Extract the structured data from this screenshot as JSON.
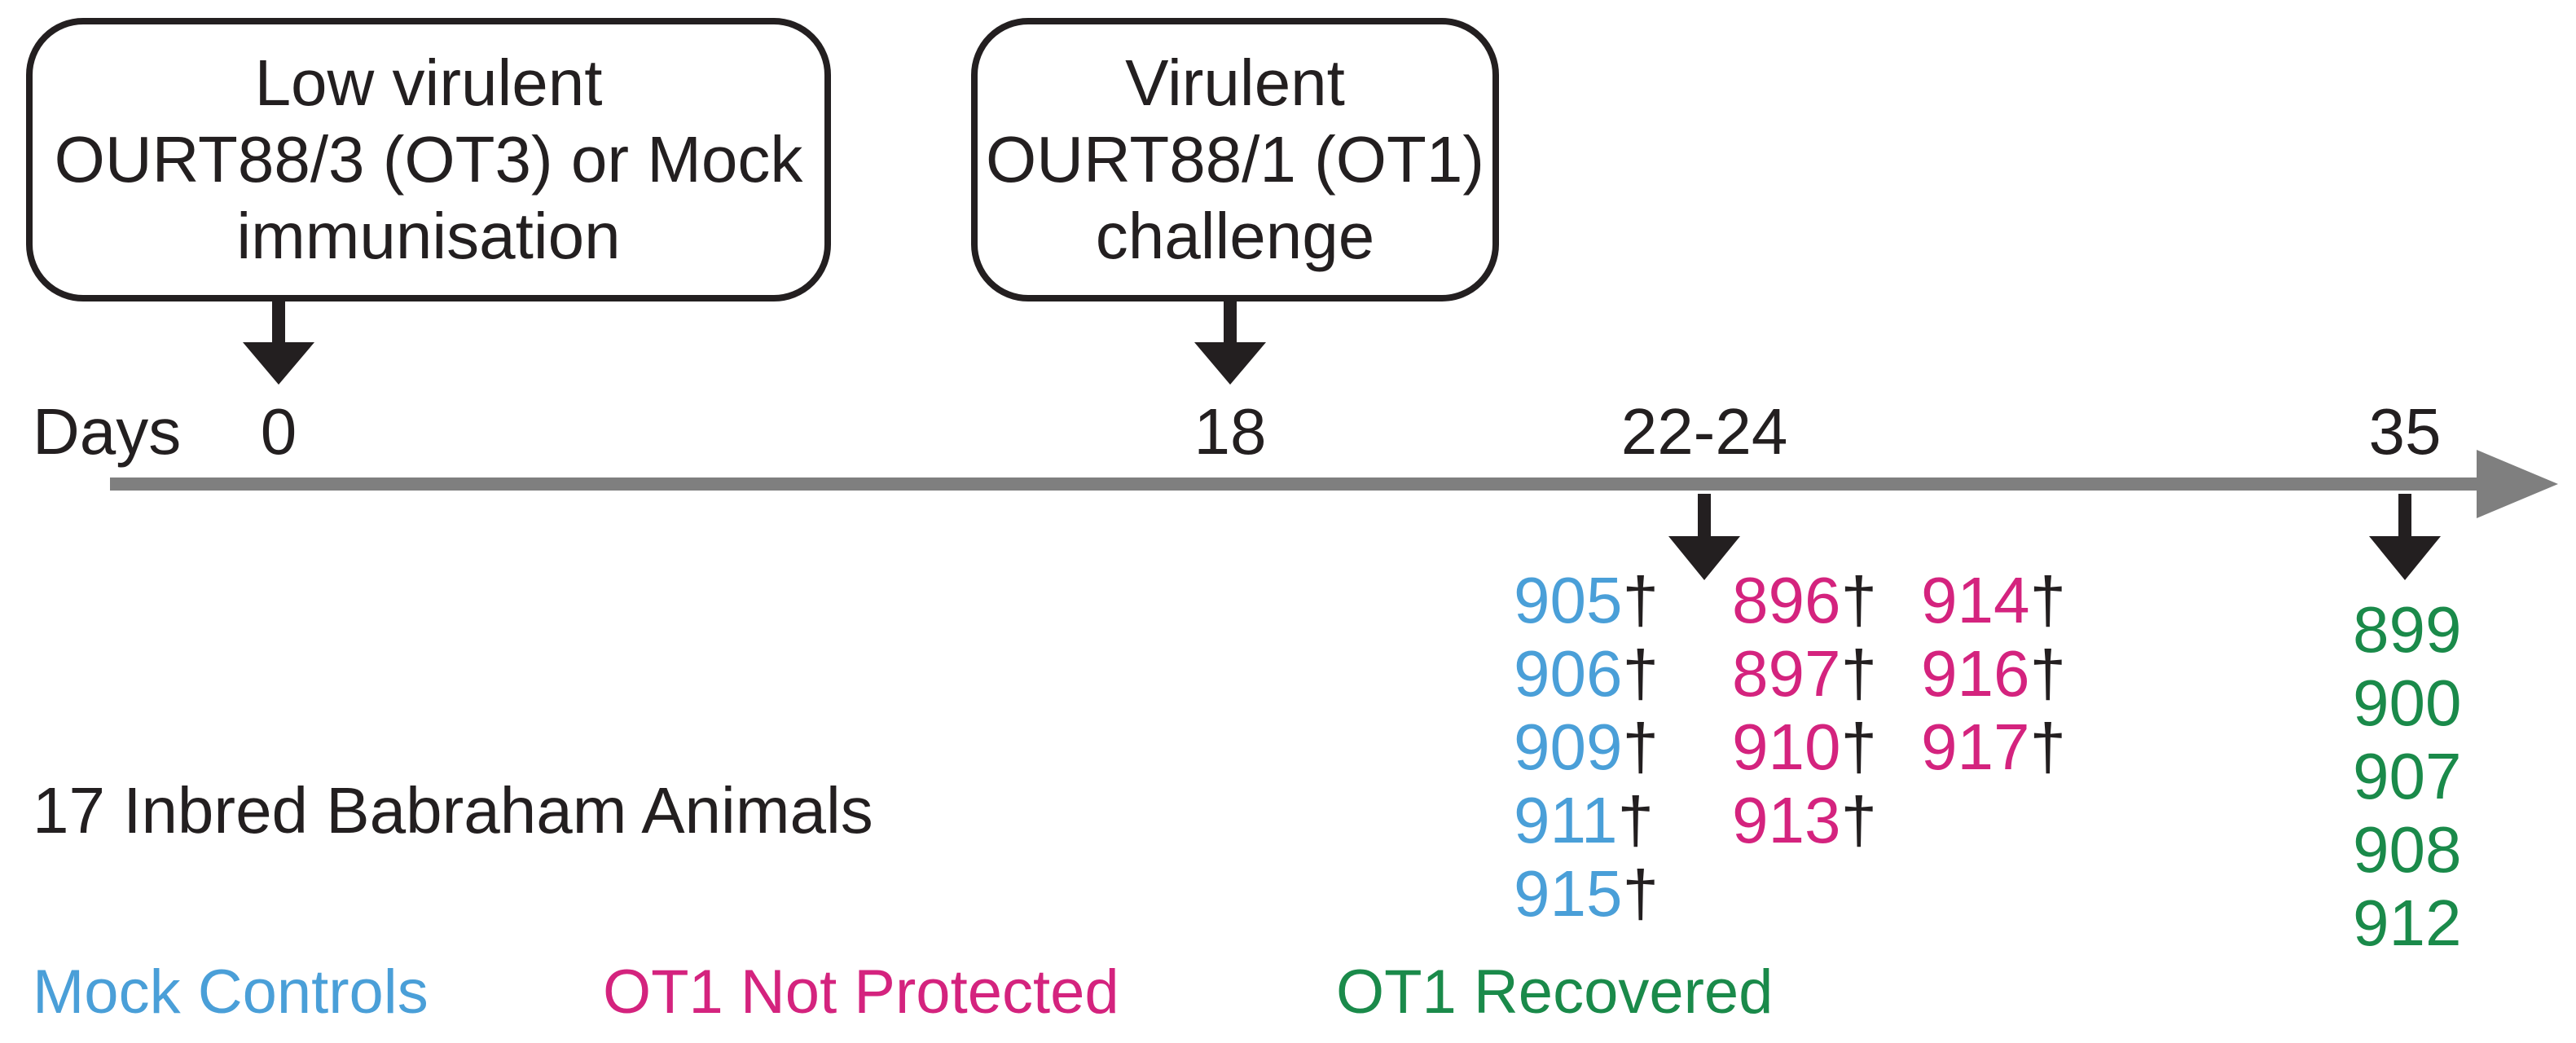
{
  "boxes": {
    "immunisation": {
      "line1": "Low virulent",
      "line2": "OURT88/3 (OT3) or Mock",
      "line3": "immunisation"
    },
    "challenge": {
      "line1": "Virulent",
      "line2": "OURT88/1 (OT1)",
      "line3": "challenge"
    }
  },
  "timeline": {
    "axis_label": "Days",
    "ticks": [
      "0",
      "18",
      "22-24",
      "35"
    ]
  },
  "animals_label": "17 Inbred Babraham Animals",
  "dagger": "†",
  "groups": {
    "mock": {
      "color": "#4a9fd8",
      "ids": [
        "905",
        "906",
        "909",
        "911",
        "915"
      ]
    },
    "not_protected_a": {
      "color": "#d4237e",
      "ids": [
        "896",
        "897",
        "910",
        "913"
      ]
    },
    "not_protected_b": {
      "color": "#d4237e",
      "ids": [
        "914",
        "916",
        "917"
      ]
    },
    "recovered": {
      "color": "#1a8a4a",
      "ids": [
        "899",
        "900",
        "907",
        "908",
        "912"
      ]
    }
  },
  "legend": {
    "mock": {
      "label": "Mock Controls",
      "color": "#4a9fd8"
    },
    "not_protected": {
      "label": "OT1 Not Protected",
      "color": "#d4237e"
    },
    "recovered": {
      "label": "OT1 Recovered",
      "color": "#1a8a4a"
    }
  },
  "colors": {
    "axis": "#7f7f7f",
    "arrow": "#231f20"
  }
}
